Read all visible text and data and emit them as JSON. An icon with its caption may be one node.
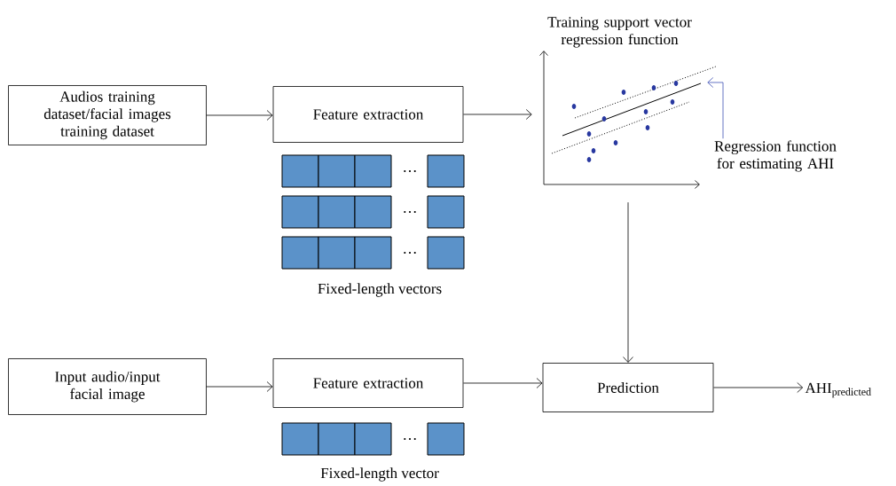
{
  "diagram": {
    "nodes": [
      {
        "text": [
          "Audios training dataset/facial images training dataset"
        ]
      },
      {
        "text": [
          "Feature extraction"
        ]
      },
      {
        "text": [
          "Training support vector regression function"
        ]
      },
      {
        "text": [
          "Regression function for estimating AHI"
        ]
      },
      {
        "text": [
          "Input audio/input facial image"
        ]
      },
      {
        "text": [
          "Feature extraction"
        ]
      },
      {
        "text": [
          "Prediction"
        ]
      },
      {
        "text": [
          "\\mathrm{AHI}_{\\mathrm{predicted}}"
        ]
      }
    ],
    "edges": [
      {
        "from": 0,
        "to": 1,
        "arrow": "to"
      },
      {
        "from": 1,
        "to": 2,
        "arrow": "to"
      },
      {
        "from": 3,
        "to": 2,
        "arrow": "to",
        "color": "#3f51b5"
      },
      {
        "from": 2,
        "to": 6,
        "arrow": "to"
      },
      {
        "from": 4,
        "to": 5,
        "arrow": "to"
      },
      {
        "from": 5,
        "to": 6,
        "arrow": "to"
      },
      {
        "from": 6,
        "to": 7,
        "arrow": "to"
      }
    ],
    "labels": [
      "…",
      "…",
      "…",
      "Fixed-length vectors",
      "…",
      "Fixed-length vector"
    ]
  }
}
